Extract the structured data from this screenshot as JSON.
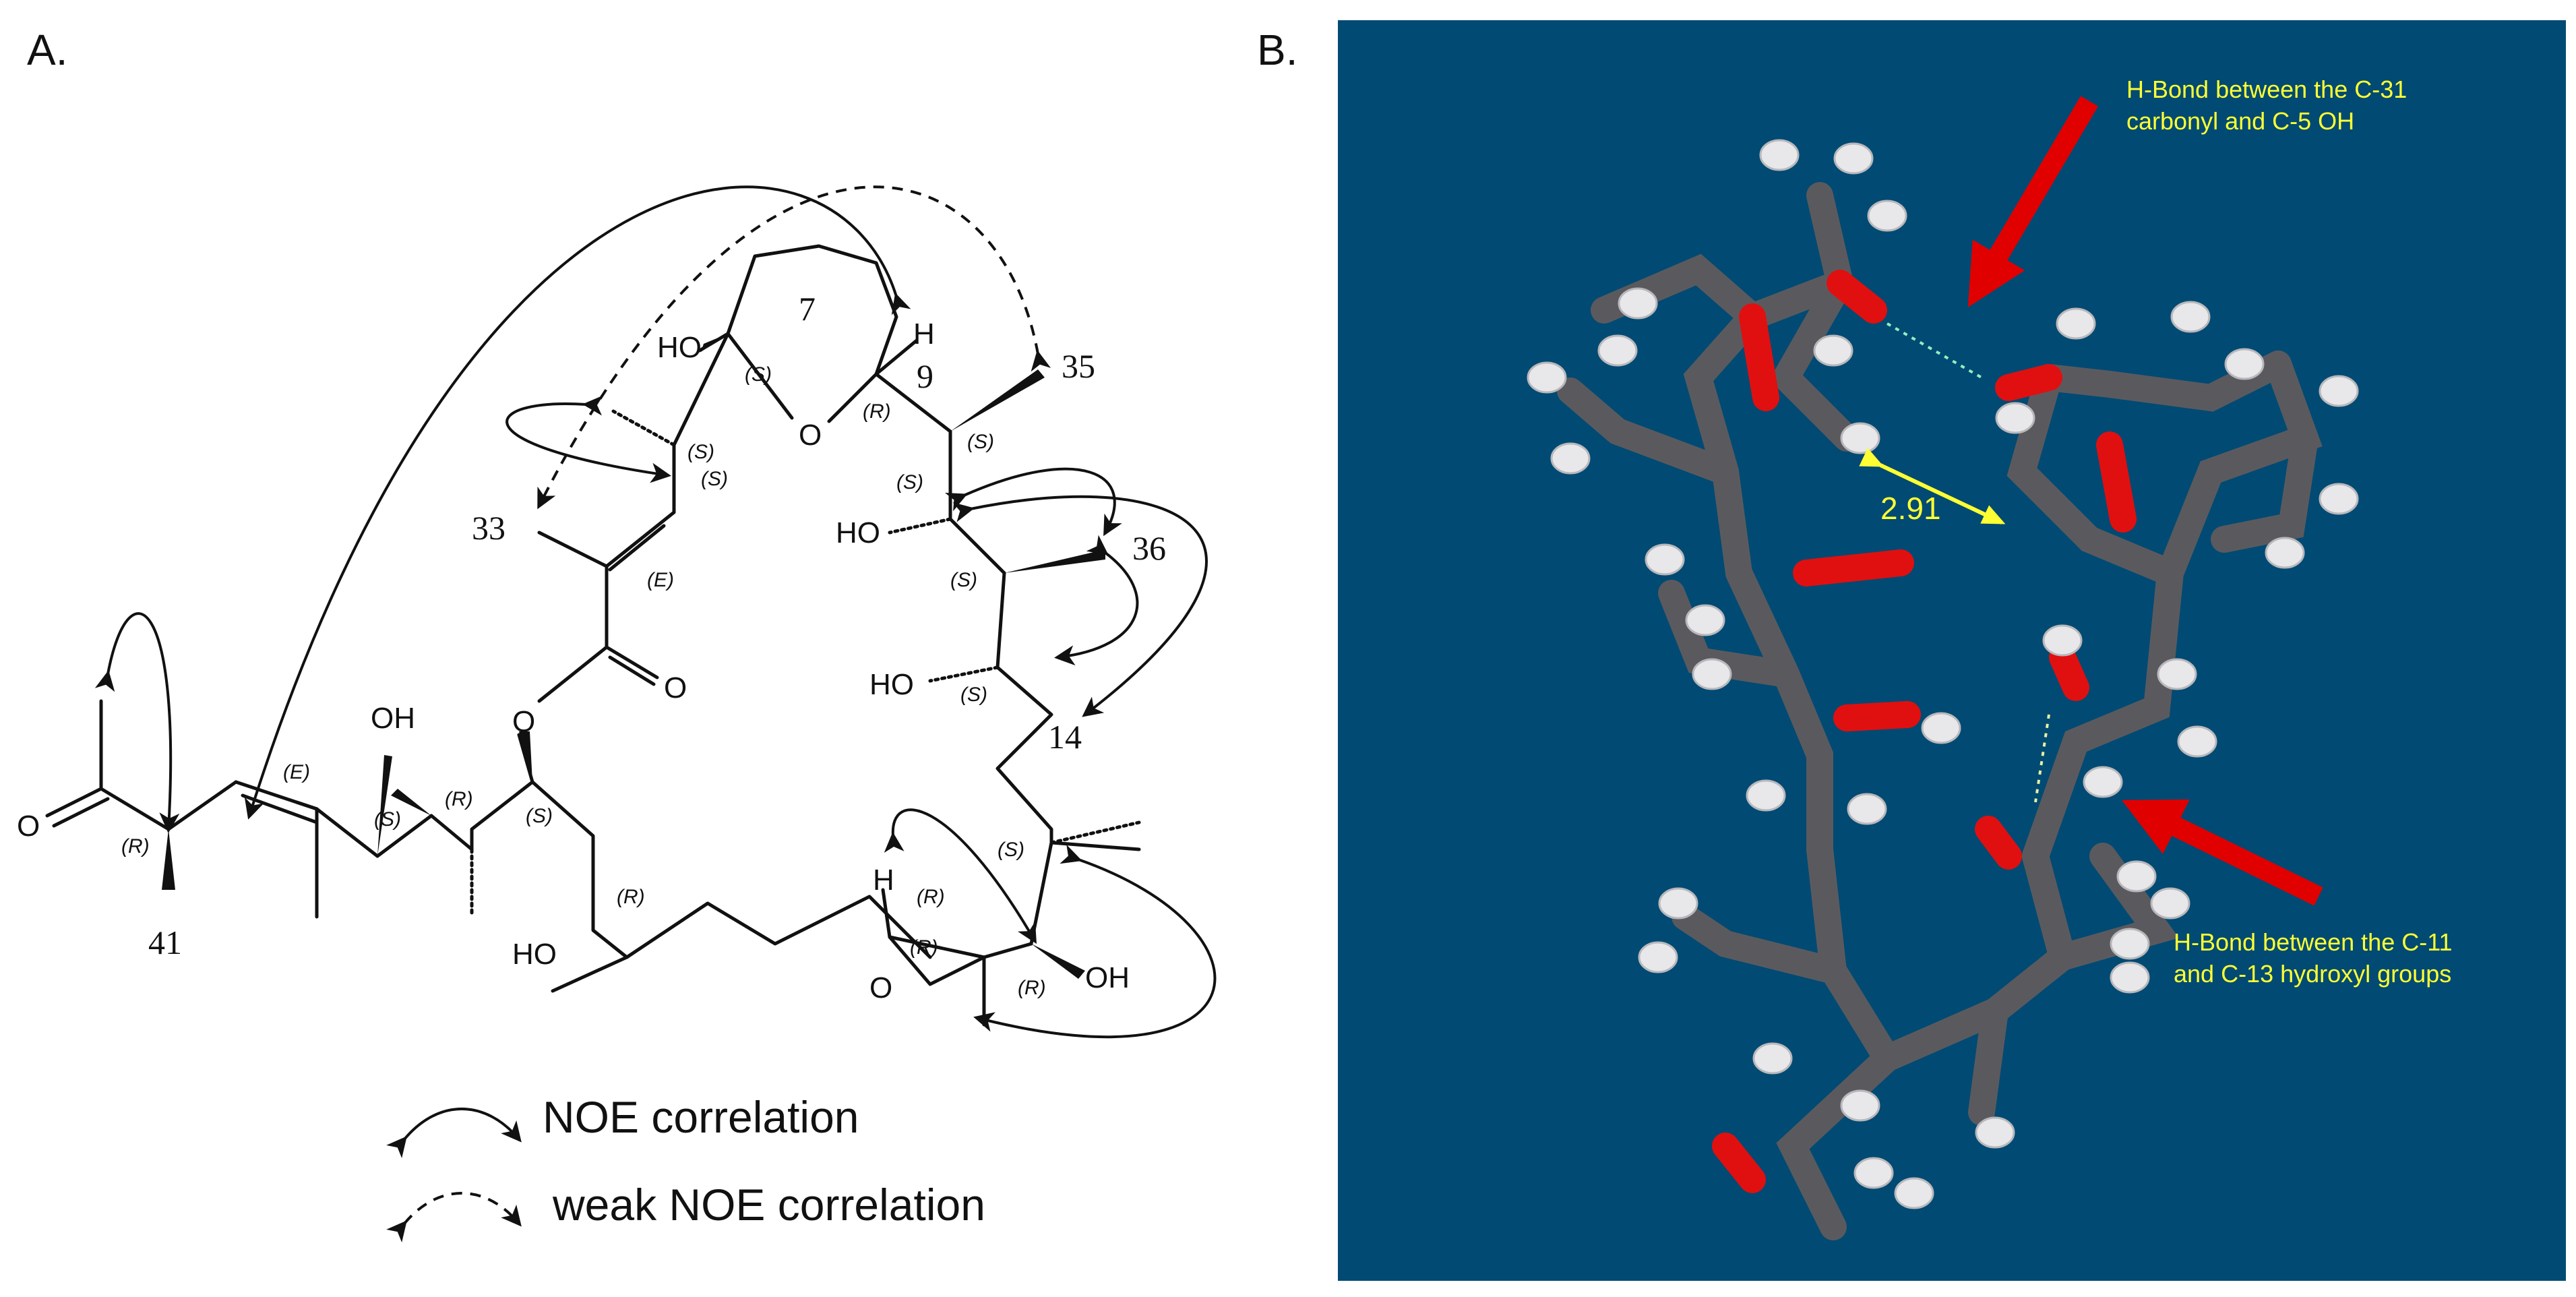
{
  "panels": {
    "a_label": "A.",
    "b_label": "B."
  },
  "structure": {
    "oxygen_labels": {
      "ring_o": "O",
      "ho_hemiketal": "HO",
      "ho_c11": "HO",
      "ho_c13": "HO",
      "ester_o": "O",
      "carbonyl_o": "O",
      "oh_top": "OH",
      "ho_bottom": "HO",
      "epoxide_o": "O",
      "oh_epoxide": "OH",
      "ketone_o": "O"
    },
    "hydrogen_labels": {
      "h9": "H",
      "h_epoxide": "H"
    },
    "numbers": {
      "n7": "7",
      "n9": "9",
      "n33": "33",
      "n35": "35",
      "n36": "36",
      "n14": "14",
      "n41": "41"
    },
    "stereo": {
      "s1": "(S)",
      "s2": "(R)",
      "s3": "(S)",
      "s4": "(S)",
      "s5": "(S)",
      "s6": "(S)",
      "s7": "(E)",
      "s8": "(S)",
      "s9": "(S)",
      "s10": "(R)",
      "s11": "(E)",
      "s12": "(S)",
      "s13": "(R)",
      "s14": "(S)",
      "s15": "(R)",
      "s16": "(R)",
      "s17": "(R)",
      "s18": "(R)",
      "s19": "(S)"
    }
  },
  "legend": {
    "noe": "NOE correlation",
    "weak_noe": "weak NOE correlation"
  },
  "model": {
    "background": "#004a73",
    "annotation_top": [
      "H-Bond between the C-31",
      "carbonyl and C-5 OH"
    ],
    "annotation_bottom": [
      "H-Bond between the C-11",
      "and C-13 hydroxyl groups"
    ],
    "distance": "2.91",
    "colors": {
      "carbon": "#5a5a5e",
      "oxygen": "#e01010",
      "hydrogen": "#e8e8ea",
      "text": "#ffff33",
      "arrow": "#e00000"
    }
  }
}
